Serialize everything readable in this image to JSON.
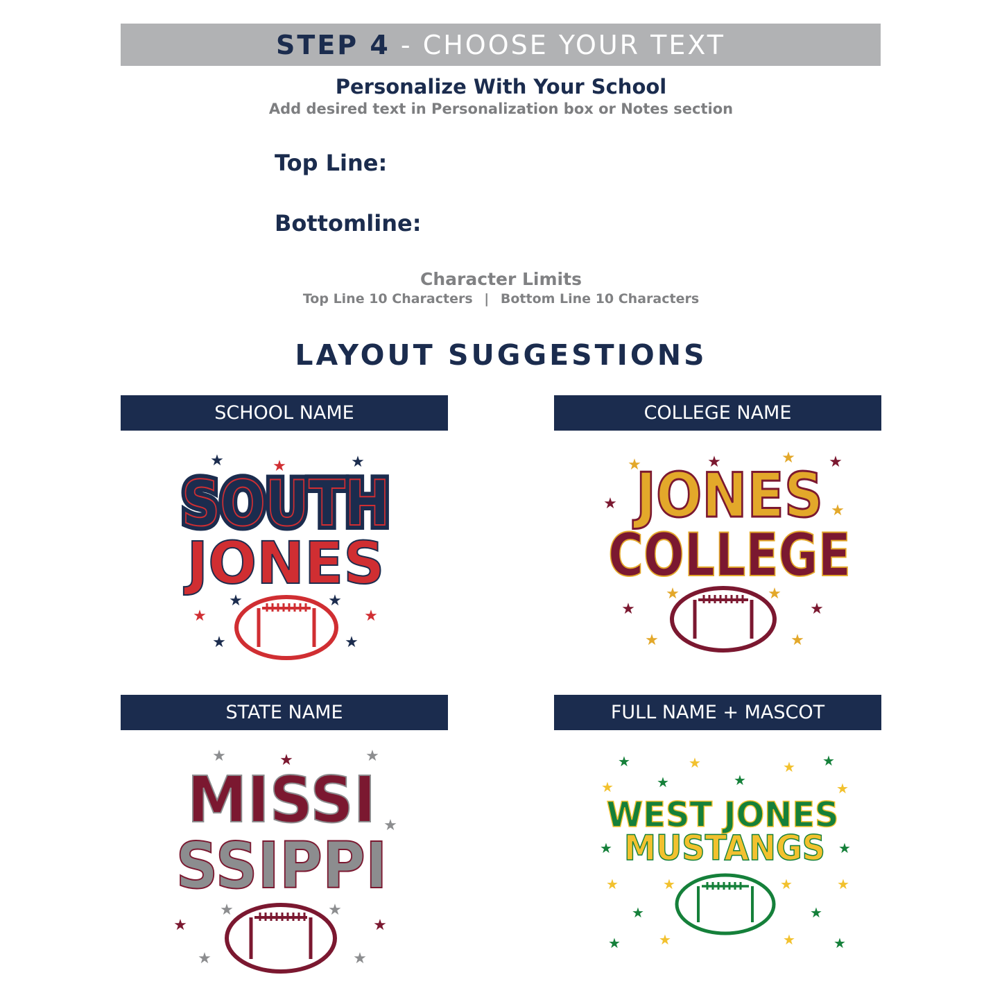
{
  "step": {
    "label": "STEP 4",
    "separator": " - ",
    "title": "CHOOSE YOUR TEXT"
  },
  "personalize": {
    "title": "Personalize With Your School",
    "note": "Add desired text in Personalization box or Notes section"
  },
  "fields": {
    "top_line_label": "Top Line:",
    "bottom_line_label": "Bottomline:"
  },
  "limits": {
    "title": "Character Limits",
    "top": "Top Line 10 Characters",
    "divider": "|",
    "bottom": "Bottom Line 10 Characters"
  },
  "layout_heading": "LAYOUT SUGGESTIONS",
  "panels": [
    {
      "header": "SCHOOL NAME",
      "line1": "SOUTH",
      "line2": "JONES",
      "colors": {
        "primary": "#1b2c4e",
        "secondary": "#d02e32"
      }
    },
    {
      "header": "COLLEGE NAME",
      "line1": "JONES",
      "line2": "COLLEGE",
      "colors": {
        "primary": "#7b1830",
        "secondary": "#e3a82a"
      }
    },
    {
      "header": "STATE NAME",
      "line1": "MISSI",
      "line2": "SSIPPI",
      "colors": {
        "primary": "#7b1830",
        "secondary": "#8c8d8f"
      }
    },
    {
      "header": "FULL NAME + MASCOT",
      "line1": "WEST JONES",
      "line2": "MUSTANGS",
      "colors": {
        "primary": "#15803a",
        "secondary": "#f2c12e"
      }
    }
  ],
  "icons": [
    "star-icon",
    "football-icon"
  ]
}
